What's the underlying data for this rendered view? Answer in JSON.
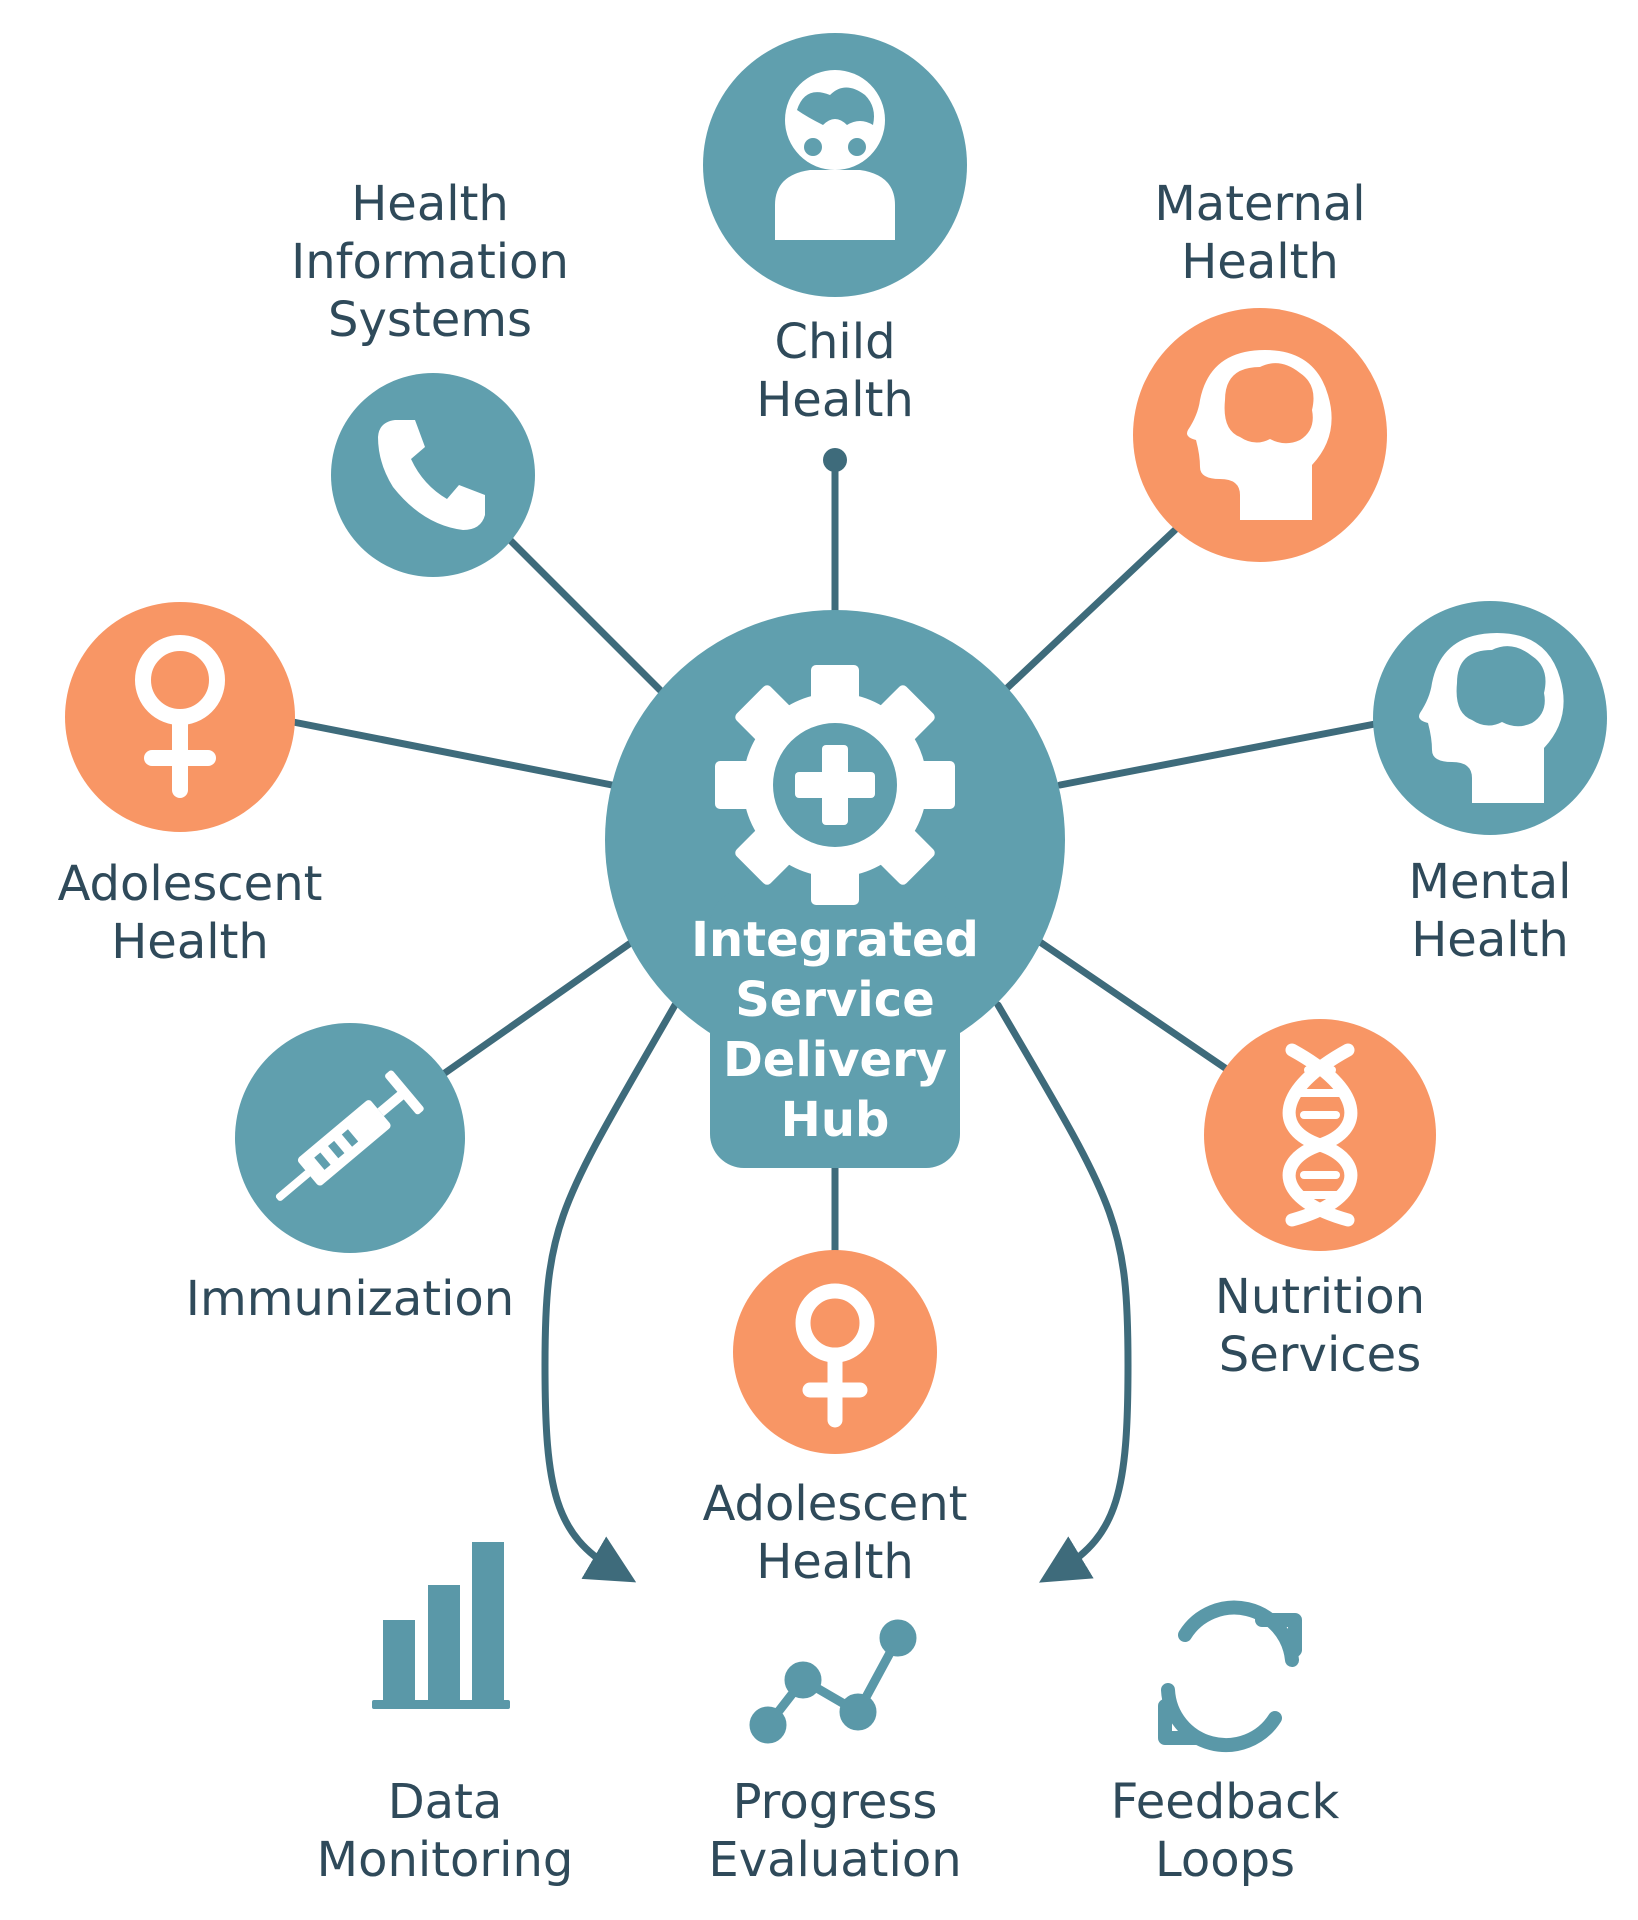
{
  "colors": {
    "teal": "#609fae",
    "orange": "#f89665",
    "line": "#3e6b7b",
    "text": "#2f4a5a",
    "white": "#ffffff"
  },
  "hub": {
    "label": "Integrated\nService\nDelivery\nHub",
    "icon": "gear-plus-icon"
  },
  "nodes": [
    {
      "id": "child-health",
      "label": "Child\nHealth",
      "icon": "child-icon",
      "color": "teal"
    },
    {
      "id": "maternal-health",
      "label": "Maternal\nHealth",
      "icon": "head-brain-icon",
      "color": "orange"
    },
    {
      "id": "mental-health",
      "label": "Mental\nHealth",
      "icon": "head-brain-icon",
      "color": "teal"
    },
    {
      "id": "nutrition-services",
      "label": "Nutrition\nServices",
      "icon": "dna-icon",
      "color": "orange"
    },
    {
      "id": "adolescent-health-bottom",
      "label": "Adolescent\nHealth",
      "icon": "female-symbol-icon",
      "color": "orange"
    },
    {
      "id": "immunization",
      "label": "Immunization",
      "icon": "syringe-icon",
      "color": "teal"
    },
    {
      "id": "adolescent-health-left",
      "label": "Adolescent\nHealth",
      "icon": "female-symbol-icon",
      "color": "orange"
    },
    {
      "id": "health-information-systems",
      "label": "Health\nInformation\nSystems",
      "icon": "phone-icon",
      "color": "teal"
    }
  ],
  "outcomes": [
    {
      "id": "data-monitoring",
      "label": "Data\nMonitoring",
      "icon": "bar-chart-icon"
    },
    {
      "id": "progress-evaluation",
      "label": "Progress\nEvaluation",
      "icon": "line-chart-icon"
    },
    {
      "id": "feedback-loops",
      "label": "Feedback\nLoops",
      "icon": "refresh-cycle-icon"
    }
  ]
}
